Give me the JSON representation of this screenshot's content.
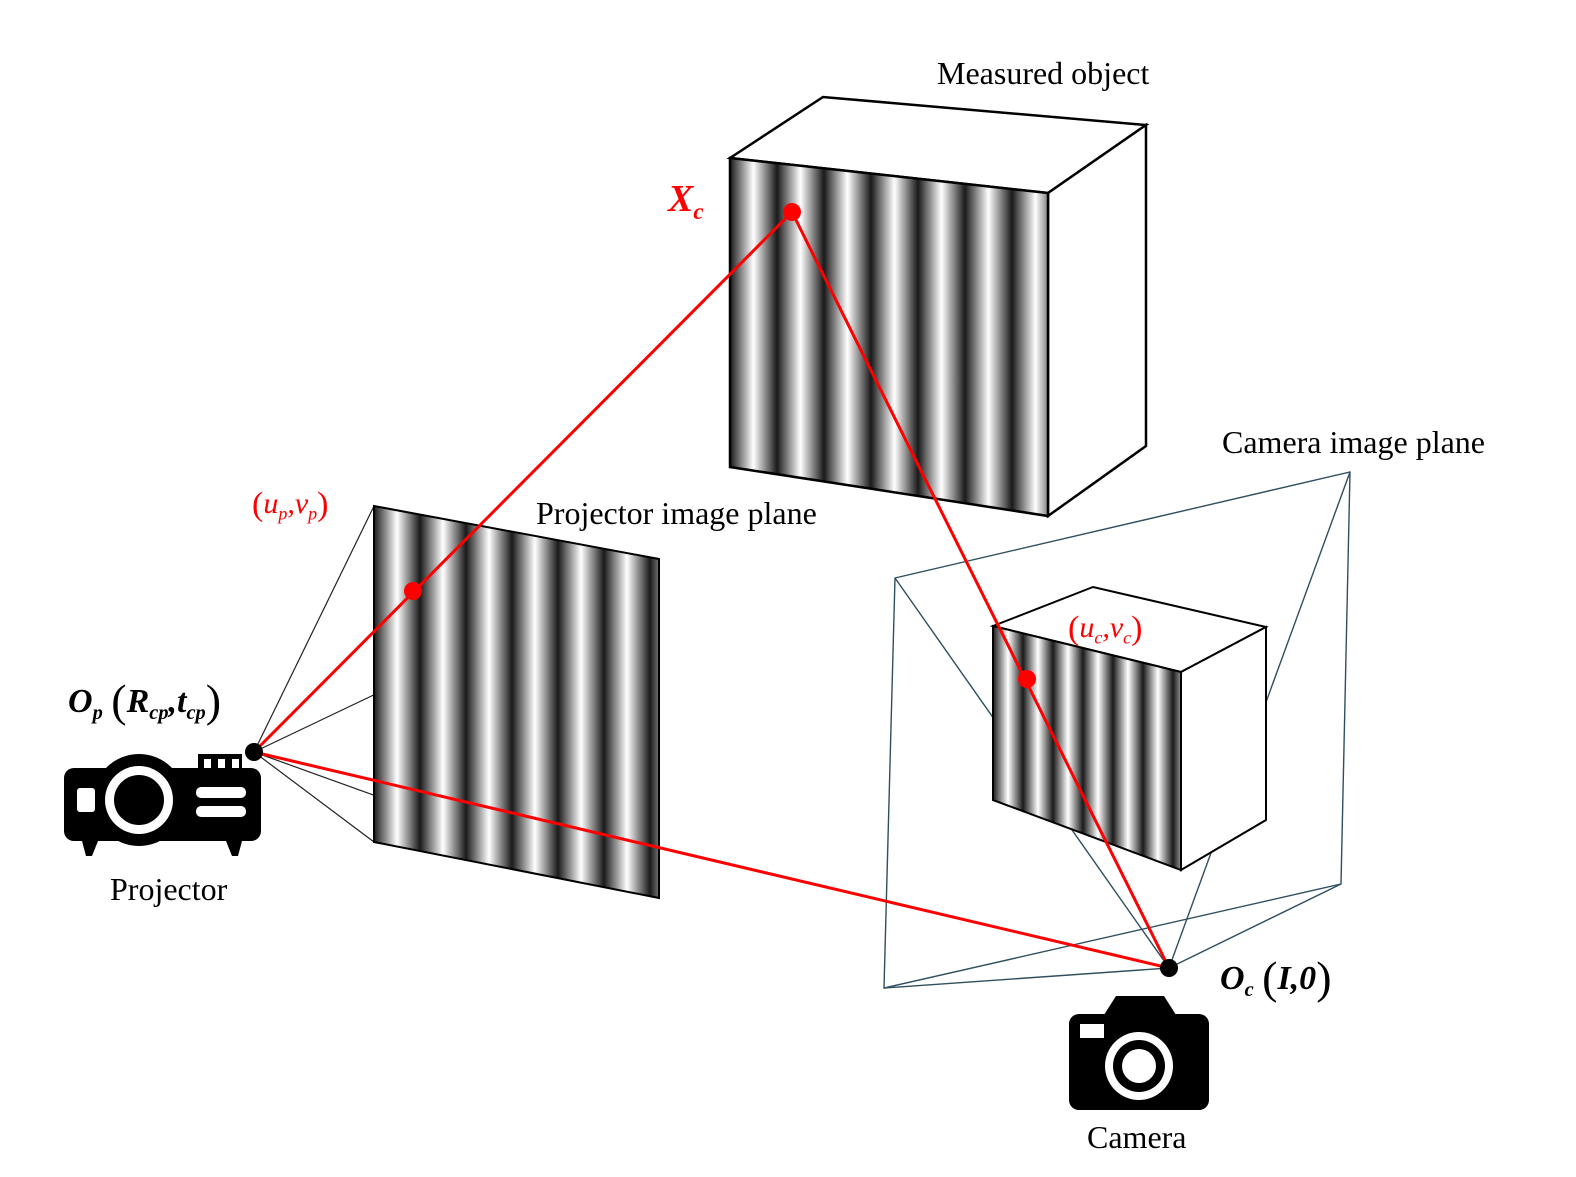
{
  "labels": {
    "measured_object": "Measured object",
    "projector_image_plane": "Projector image plane",
    "camera_image_plane": "Camera image plane",
    "projector": "Projector",
    "camera": "Camera"
  },
  "points": {
    "object_point": {
      "symbol": "X",
      "sub": "c"
    },
    "projector_pixel": {
      "u": "u",
      "u_sub": "p",
      "sep": ",",
      "v": "v",
      "v_sub": "p"
    },
    "camera_pixel": {
      "u": "u",
      "u_sub": "c",
      "sep": ",",
      "v": "v",
      "v_sub": "c"
    },
    "projector_center": {
      "symbol": "O",
      "sub": "p",
      "R": "R",
      "R_sub": "cp",
      "sep": ",",
      "t": "t",
      "t_sub": "cp"
    },
    "camera_center": {
      "symbol": "O",
      "sub": "c",
      "params": "I,0"
    }
  },
  "colors": {
    "ray": "#ff0000",
    "outline": "#000000",
    "frustum": "#2f4f5f",
    "fringe_dark": "#1a1a1a",
    "fringe_light": "#ffffff"
  },
  "icons": [
    "projector-icon",
    "camera-icon"
  ]
}
